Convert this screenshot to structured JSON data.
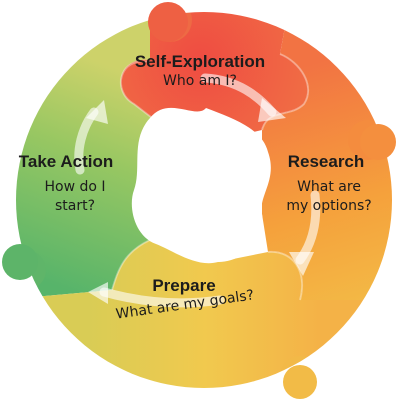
{
  "colors": {
    "self_exploration": "#ec5a46",
    "research": "#f5973b",
    "prepare": "#f1c44c",
    "take_action": "#8fc463",
    "arrow": "#ffffff"
  },
  "segments": [
    {
      "id": "self-exploration",
      "title": "Self-Exploration",
      "subtitle": "Who am I?"
    },
    {
      "id": "research",
      "title": "Research",
      "subtitle": "What are my options?"
    },
    {
      "id": "prepare",
      "title": "Prepare",
      "subtitle": "What are my goals?"
    },
    {
      "id": "take-action",
      "title": "Take Action",
      "subtitle": "How do I start?"
    }
  ]
}
